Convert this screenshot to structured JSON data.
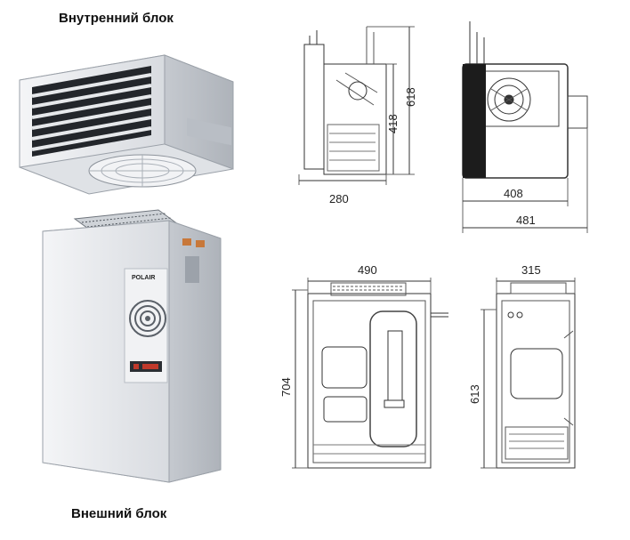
{
  "captions": {
    "indoor_unit": "Внутренний блок",
    "outdoor_unit": "Внешний блок"
  },
  "brand_logo": "POLAIR",
  "dimensions": {
    "indoor_side_width": "280",
    "indoor_inner_height": "418",
    "indoor_overall_height": "618",
    "indoor_front_body_width": "408",
    "indoor_front_overall_width": "481",
    "outdoor_front_width": "490",
    "outdoor_front_height": "704",
    "outdoor_side_width": "315",
    "outdoor_side_height": "613"
  },
  "colors": {
    "unit_body": "#e9ebee",
    "unit_shade": "#c9cdd3",
    "louver": "#2a2d33",
    "line": "#333333",
    "accent_red": "#c0392b",
    "copper": "#c8783a"
  }
}
